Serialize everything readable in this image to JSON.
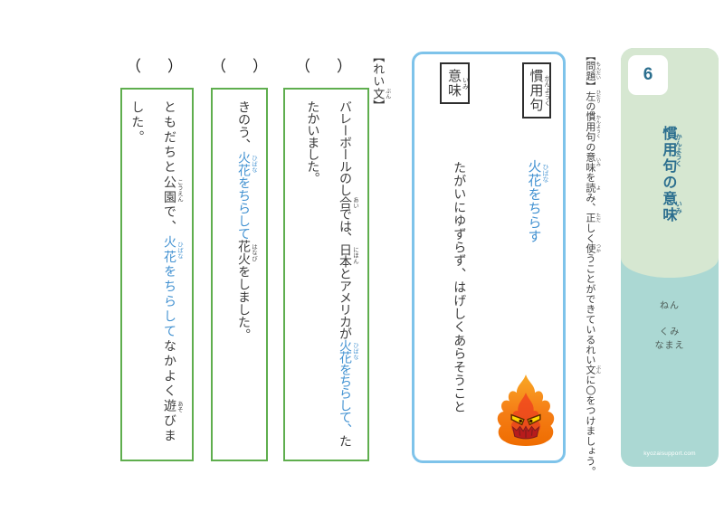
{
  "colors": {
    "accent_blue": "#4191d1",
    "example_box_green": "#5fae4e",
    "idiom_card_border": "#7ec3ea",
    "sidebar_green": "#d6e7d1",
    "sidebar_teal": "#abd8d3",
    "title_teal": "#2b6e8e",
    "body_ink": "#3c3c3c"
  },
  "sidebar": {
    "number": "6",
    "title": [
      {
        "t": "慣用句",
        "r": "かんようく"
      },
      {
        "t": "の"
      },
      {
        "t": "意味",
        "r": "いみ"
      }
    ],
    "fields": [
      "ねん",
      "くみ",
      "なまえ"
    ],
    "site": "kyozaisupport.com"
  },
  "problem": {
    "text": [
      {
        "t": "【"
      },
      {
        "t": "問題",
        "r": "もんだい"
      },
      {
        "t": "】"
      },
      {
        "t": "左",
        "r": "ひだり"
      },
      {
        "t": "の"
      },
      {
        "t": "慣用句",
        "r": "かんようく"
      },
      {
        "t": "の"
      },
      {
        "t": "意味",
        "r": "いみ"
      },
      {
        "t": "を"
      },
      {
        "t": "読",
        "r": "よ"
      },
      {
        "t": "み、"
      },
      {
        "t": "正",
        "r": "ただ"
      },
      {
        "t": "しく"
      },
      {
        "t": "使",
        "r": "つか"
      },
      {
        "t": "うことができているれい"
      },
      {
        "t": "文",
        "r": "ぶん"
      },
      {
        "t": "に〇をつけましょう。"
      }
    ]
  },
  "idiom_card": {
    "idiom_label": [
      {
        "t": "慣用句",
        "r": "かんようく"
      }
    ],
    "meaning_label": [
      {
        "t": "意味",
        "r": "いみ"
      }
    ],
    "idiom": [
      {
        "t": "火花",
        "r": "ひばな",
        "c": 1
      },
      {
        "t": "をちらす",
        "c": 1
      }
    ],
    "meaning": [
      {
        "t": "たがいにゆずらず、はげしくあらそうこと"
      }
    ],
    "mascot": "angry-fire-character"
  },
  "examples": {
    "label": [
      {
        "t": "【れい"
      },
      {
        "t": "文",
        "r": "ぶん"
      },
      {
        "t": "】"
      }
    ],
    "answer_mark": "（　）",
    "items": [
      {
        "text": [
          {
            "t": "バレーボールのし"
          },
          {
            "t": "合",
            "r": "あい"
          },
          {
            "t": "では、"
          },
          {
            "t": "日本",
            "r": "にほん"
          },
          {
            "t": "とアメリカが"
          },
          {
            "t": "火花",
            "r": "ひばな",
            "c": 1
          },
          {
            "t": "をちらして、",
            "c": 1
          },
          {
            "t": "たたかいました。"
          }
        ]
      },
      {
        "text": [
          {
            "t": "きのう、"
          },
          {
            "t": "火花",
            "r": "ひばな",
            "c": 1
          },
          {
            "t": "をちらして",
            "c": 1
          },
          {
            "t": "花火",
            "r": "はなび"
          },
          {
            "t": "をしました。"
          }
        ]
      },
      {
        "text": [
          {
            "t": "ともだちと"
          },
          {
            "t": "公園",
            "r": "こうえん"
          },
          {
            "t": "で、"
          },
          {
            "t": "火花",
            "r": "ひばな",
            "c": 1
          },
          {
            "t": "をちらして",
            "c": 1
          },
          {
            "t": "なかよく"
          },
          {
            "t": "遊",
            "r": "あそ"
          },
          {
            "t": "びました。"
          }
        ]
      }
    ]
  }
}
